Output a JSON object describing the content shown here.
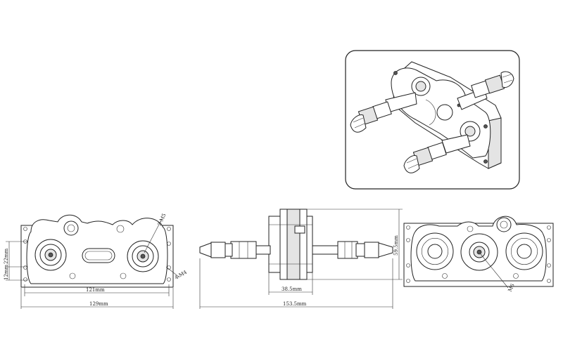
{
  "dimensions": {
    "front_22": "22mm",
    "front_12": "12mm",
    "front_121": "121mm",
    "front_129": "129mm",
    "front_m5": "2-M5",
    "front_m4": "4-M4",
    "side_385": "38.5mm",
    "side_1535": "153.5mm",
    "side_595": "59.5mm",
    "rear_m6": "M6"
  }
}
